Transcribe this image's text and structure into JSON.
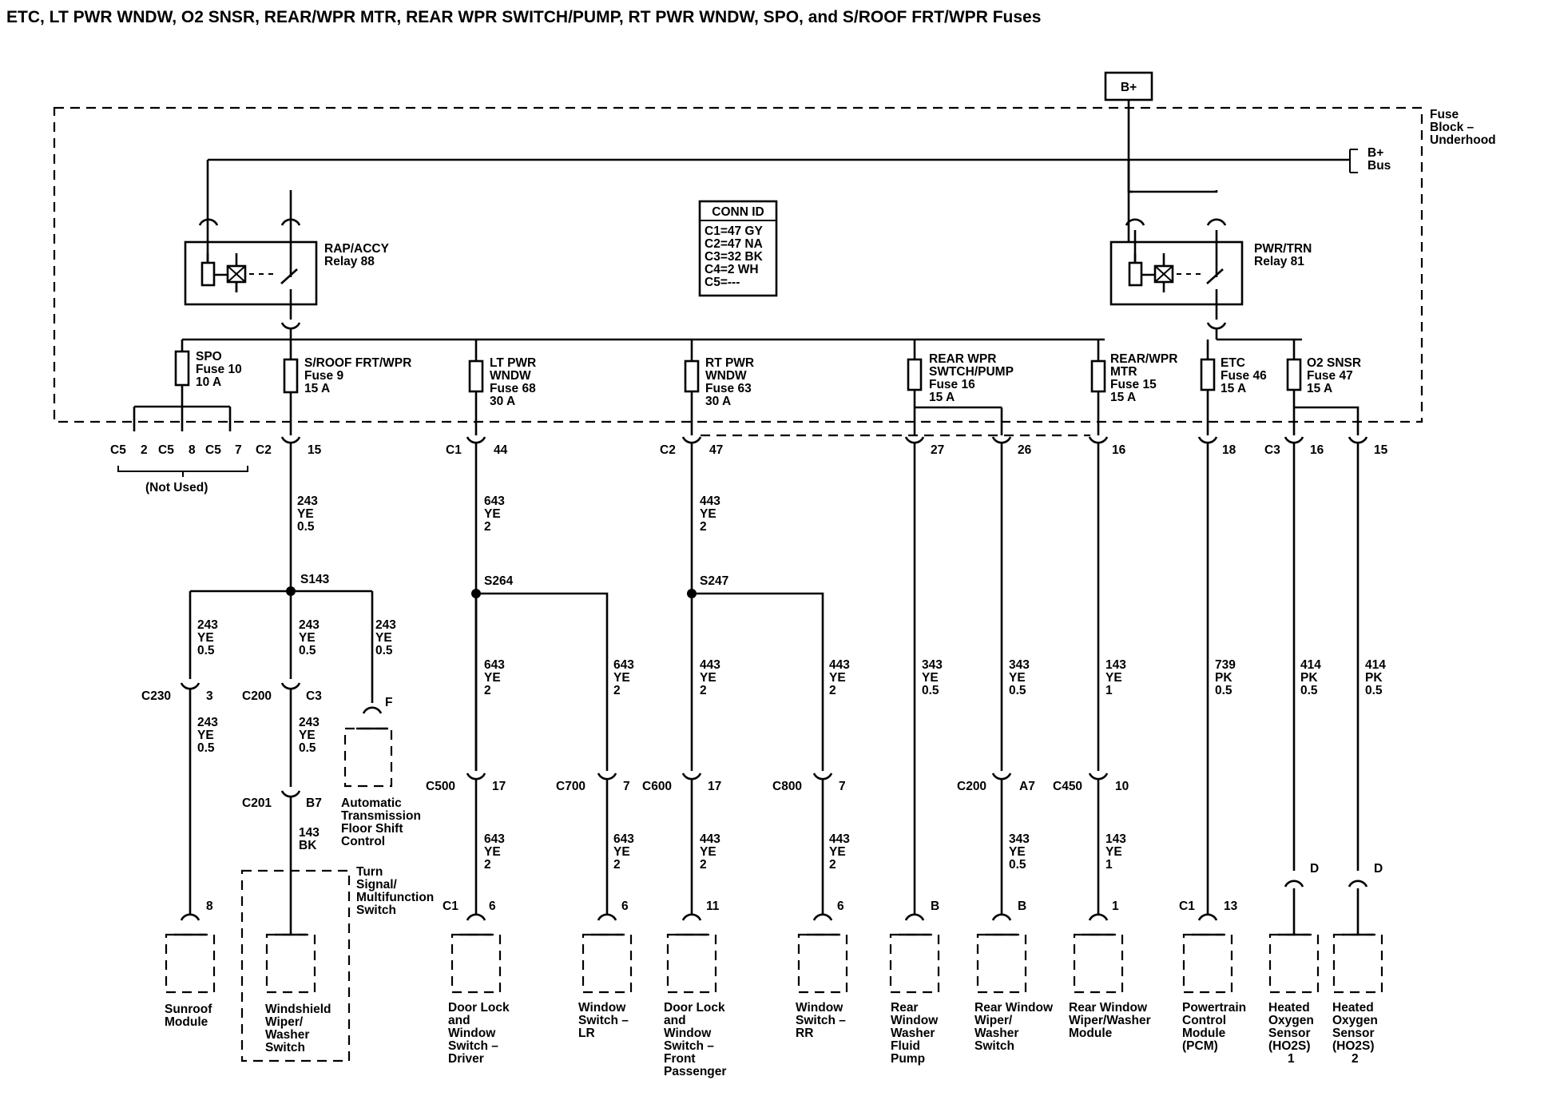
{
  "title": "ETC, LT PWR WNDW, O2 SNSR, REAR/WPR MTR, REAR WPR SWITCH/PUMP, RT PWR WNDW, SPO, and S/ROOF FRT/WPR Fuses",
  "bplus": "B+",
  "fuse_block": [
    "Fuse",
    "Block –",
    "Underhood"
  ],
  "bus": [
    "B+",
    "Bus"
  ],
  "relays": {
    "rap": [
      "RAP/ACCY",
      "Relay 88"
    ],
    "pwr": [
      "PWR/TRN",
      "Relay 81"
    ]
  },
  "conn_id": {
    "header": "CONN ID",
    "rows": [
      "C1=47 GY",
      "C2=47 NA",
      "C3=32 BK",
      "C4=2 WH",
      "C5=---"
    ]
  },
  "fuses": {
    "spo": [
      "SPO",
      "Fuse 10",
      "10 A"
    ],
    "sroof": [
      "S/ROOF FRT/WPR",
      "Fuse 9",
      "15 A"
    ],
    "ltpwr": [
      "LT PWR",
      "WNDW",
      "Fuse 68",
      "30 A"
    ],
    "rtpwr": [
      "RT PWR",
      "WNDW",
      "Fuse 63",
      "30 A"
    ],
    "rearwprpump": [
      "REAR WPR",
      "SWTCH/PUMP",
      "Fuse 16",
      "15 A"
    ],
    "rearwprmtr": [
      "REAR/WPR",
      "MTR",
      "Fuse 15",
      "15 A"
    ],
    "etc": [
      "ETC",
      "Fuse 46",
      "15 A"
    ],
    "o2": [
      "O2 SNSR",
      "Fuse 47",
      "15 A"
    ]
  },
  "spo_pins": [
    "C5",
    "2",
    "C5",
    "8",
    "C5",
    "7"
  ],
  "not_used": "(Not Used)",
  "top_conn": {
    "sroof": [
      "C2",
      "15"
    ],
    "ltpwr": [
      "C1",
      "44"
    ],
    "rtpwr": [
      "C2",
      "47"
    ],
    "pump27": "27",
    "pump26": "26",
    "mtr16": "16",
    "etc18": "18",
    "o2c3": "C3",
    "o216": "16",
    "o215": "15"
  },
  "wires": {
    "w243": [
      "243",
      "YE",
      "0.5"
    ],
    "w643": [
      "643",
      "YE",
      "2"
    ],
    "w443": [
      "443",
      "YE",
      "2"
    ],
    "w343": [
      "343",
      "YE",
      "0.5"
    ],
    "w143": [
      "143",
      "YE",
      "1"
    ],
    "w739": [
      "739",
      "PK",
      "0.5"
    ],
    "w414": [
      "414",
      "PK",
      "0.5"
    ],
    "w143bk": [
      "143",
      "BK"
    ]
  },
  "splices": {
    "s143": "S143",
    "s264": "S264",
    "s247": "S247"
  },
  "mid_conn": {
    "c230": [
      "C230",
      "3"
    ],
    "c200a": [
      "C200",
      "C3"
    ],
    "f": "F",
    "c201": [
      "C201",
      "B7"
    ],
    "c500": [
      "C500",
      "17"
    ],
    "c700": [
      "C700",
      "7"
    ],
    "c600": [
      "C600",
      "17"
    ],
    "c800": [
      "C800",
      "7"
    ],
    "c200b": [
      "C200",
      "A7"
    ],
    "c450": [
      "C450",
      "10"
    ],
    "d1": "D",
    "d2": "D"
  },
  "bottom_pins": {
    "sunroof": "8",
    "dldrv": [
      "C1",
      "6"
    ],
    "wslr": "6",
    "dlfp": "11",
    "wsrr": "6",
    "pump": "B",
    "rwws": "B",
    "rwwm": "1",
    "pcm": [
      "C1",
      "13"
    ]
  },
  "components": {
    "ats": [
      "Automatic",
      "Transmission",
      "Floor Shift",
      "Control"
    ],
    "turnsig": [
      "Turn",
      "Signal/",
      "Multifunction",
      "Switch"
    ],
    "sunroof": [
      "Sunroof",
      "Module"
    ],
    "wiper": [
      "Windshield",
      "Wiper/",
      "Washer",
      "Switch"
    ],
    "dldrv": [
      "Door Lock",
      "and",
      "Window",
      "Switch –",
      "Driver"
    ],
    "wslr": [
      "Window",
      "Switch –",
      "LR"
    ],
    "dlfp": [
      "Door Lock",
      "and",
      "Window",
      "Switch –",
      "Front",
      "Passenger"
    ],
    "wsrr": [
      "Window",
      "Switch –",
      "RR"
    ],
    "pump": [
      "Rear",
      "Window",
      "Washer",
      "Fluid",
      "Pump"
    ],
    "rwws": [
      "Rear Window",
      "Wiper/",
      "Washer",
      "Switch"
    ],
    "rwwm": [
      "Rear Window",
      "Wiper/Washer",
      "Module"
    ],
    "pcm": [
      "Powertrain",
      "Control",
      "Module",
      "(PCM)"
    ],
    "ho2s1": [
      "Heated",
      "Oxygen",
      "Sensor",
      "(HO2S)",
      "1"
    ],
    "ho2s2": [
      "Heated",
      "Oxygen",
      "Sensor",
      "(HO2S)",
      "2"
    ]
  }
}
